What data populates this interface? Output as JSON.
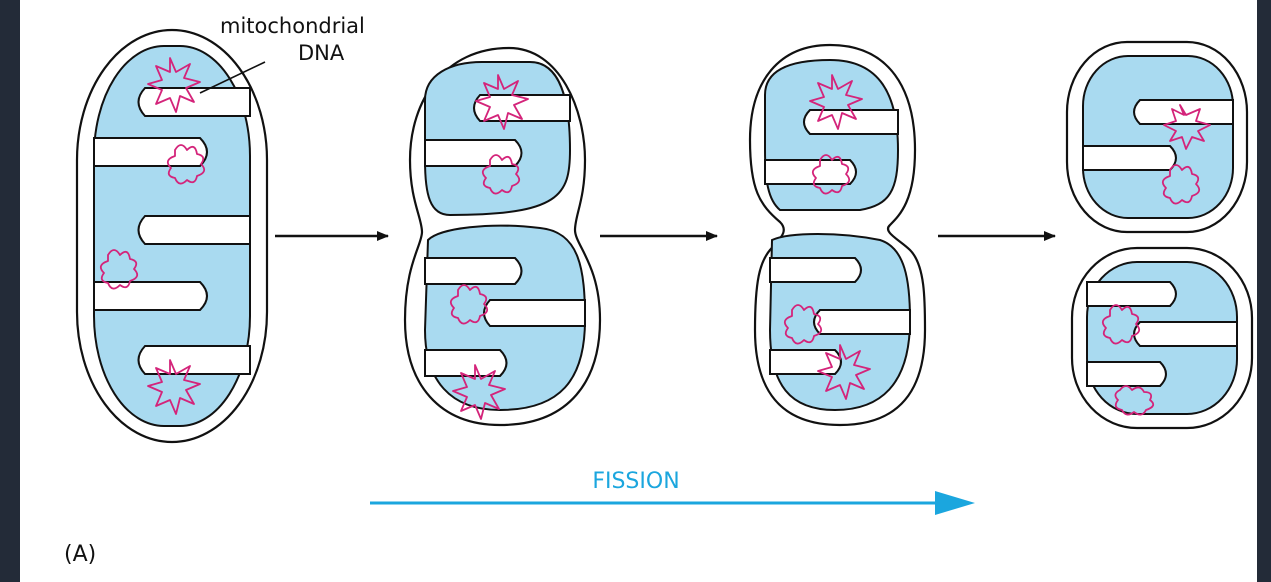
{
  "labels": {
    "dna_line1": "mitochondrial",
    "dna_line2": "DNA",
    "process": "FISSION",
    "panel": "(A)"
  },
  "colors": {
    "background": "#232b38",
    "panel": "#ffffff",
    "matrix": "#a9daf0",
    "dna": "#d4247a",
    "process_arrow": "#1ba6de",
    "outline": "#111111"
  },
  "stages": [
    {
      "name": "intact mitochondrion"
    },
    {
      "name": "constricting mitochondrion"
    },
    {
      "name": "deeply constricted mitochondrion"
    },
    {
      "name": "two daughter mitochondria"
    }
  ]
}
